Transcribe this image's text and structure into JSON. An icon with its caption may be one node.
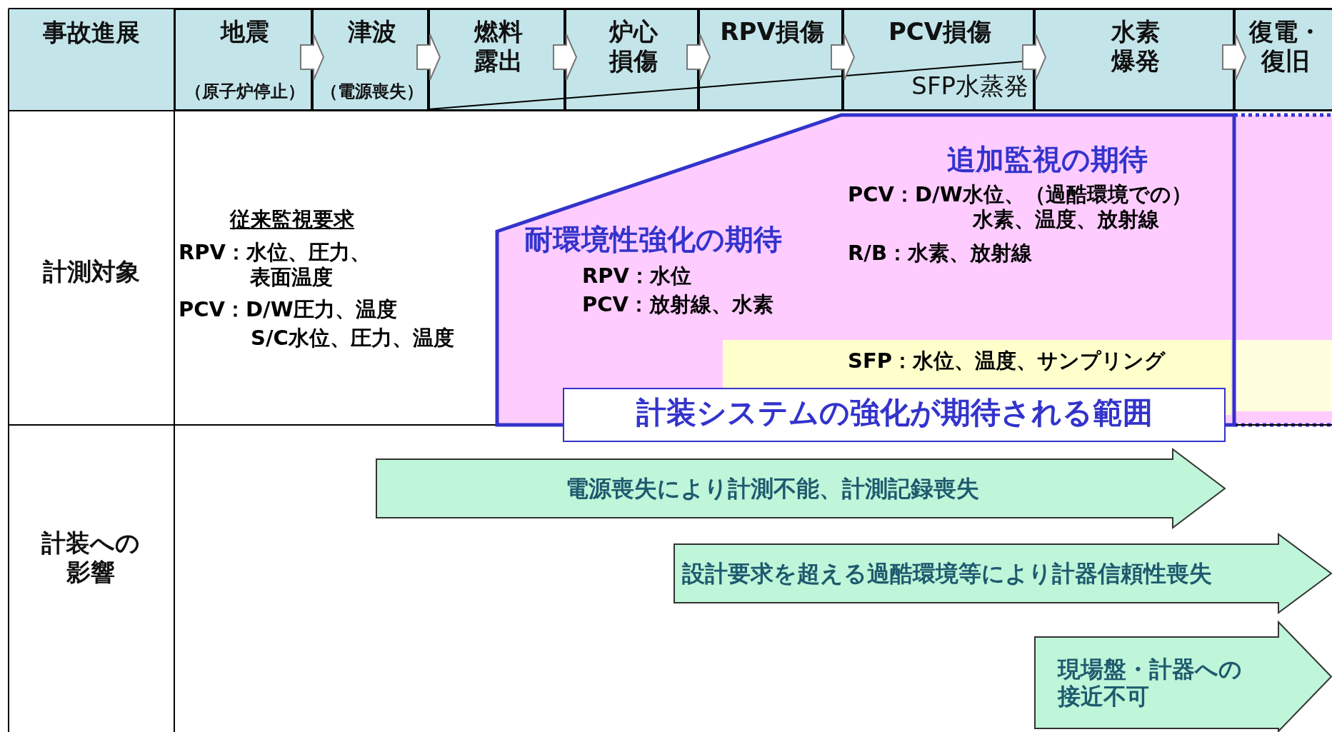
{
  "diagram": {
    "nodes": [
      {
        "text": [
          "地震",
          "（原子炉停止）"
        ]
      },
      {
        "text": [
          "津波",
          "（電源喪失）"
        ]
      },
      {
        "text": [
          "燃料露出"
        ]
      },
      {
        "text": [
          "炉心損傷"
        ]
      },
      {
        "text": [
          "RPV損傷"
        ]
      },
      {
        "text": [
          "PCV損傷"
        ]
      },
      {
        "text": [
          "水素爆発"
        ]
      },
      {
        "text": [
          "復電・復旧"
        ]
      },
      {
        "text": [
          "耐環境性強化の期待",
          "RPV：水位",
          "PCV：放射線、水素",
          "追加監視の期待",
          "PCV：D/W水位、（過酷環境での）水素、温度、放射線",
          "R/B：水素、放射線"
        ]
      },
      {
        "text": [
          "SFP：水位、温度、サンプリング"
        ],
        "in": 8
      },
      {
        "text": [
          "計装システムの強化が期待される範囲"
        ]
      },
      {
        "text": [
          "電源喪失により計測不能、計測記録喪失"
        ]
      },
      {
        "text": [
          "設計要求を超える過酷環境等により計器信頼性喪失"
        ]
      },
      {
        "text": [
          "現場盤・計器への接近不可"
        ]
      }
    ],
    "edges": [
      {
        "from": 0,
        "to": 1,
        "arrow": "to"
      },
      {
        "from": 1,
        "to": 2,
        "arrow": "to"
      },
      {
        "from": 2,
        "to": 3,
        "arrow": "to"
      },
      {
        "from": 3,
        "to": 4,
        "arrow": "to"
      },
      {
        "from": 4,
        "to": 5,
        "arrow": "to"
      },
      {
        "from": 5,
        "to": 6,
        "arrow": "to"
      },
      {
        "from": 6,
        "to": 7,
        "arrow": "to"
      }
    ],
    "labels": [
      "SFP水蒸発",
      "事故進展",
      "計測対象",
      "計装への影響",
      "従来監視要求",
      "RPV：水位、圧力、表面温度",
      "PCV：D/W圧力、温度",
      "S/C水位、圧力、温度"
    ]
  }
}
